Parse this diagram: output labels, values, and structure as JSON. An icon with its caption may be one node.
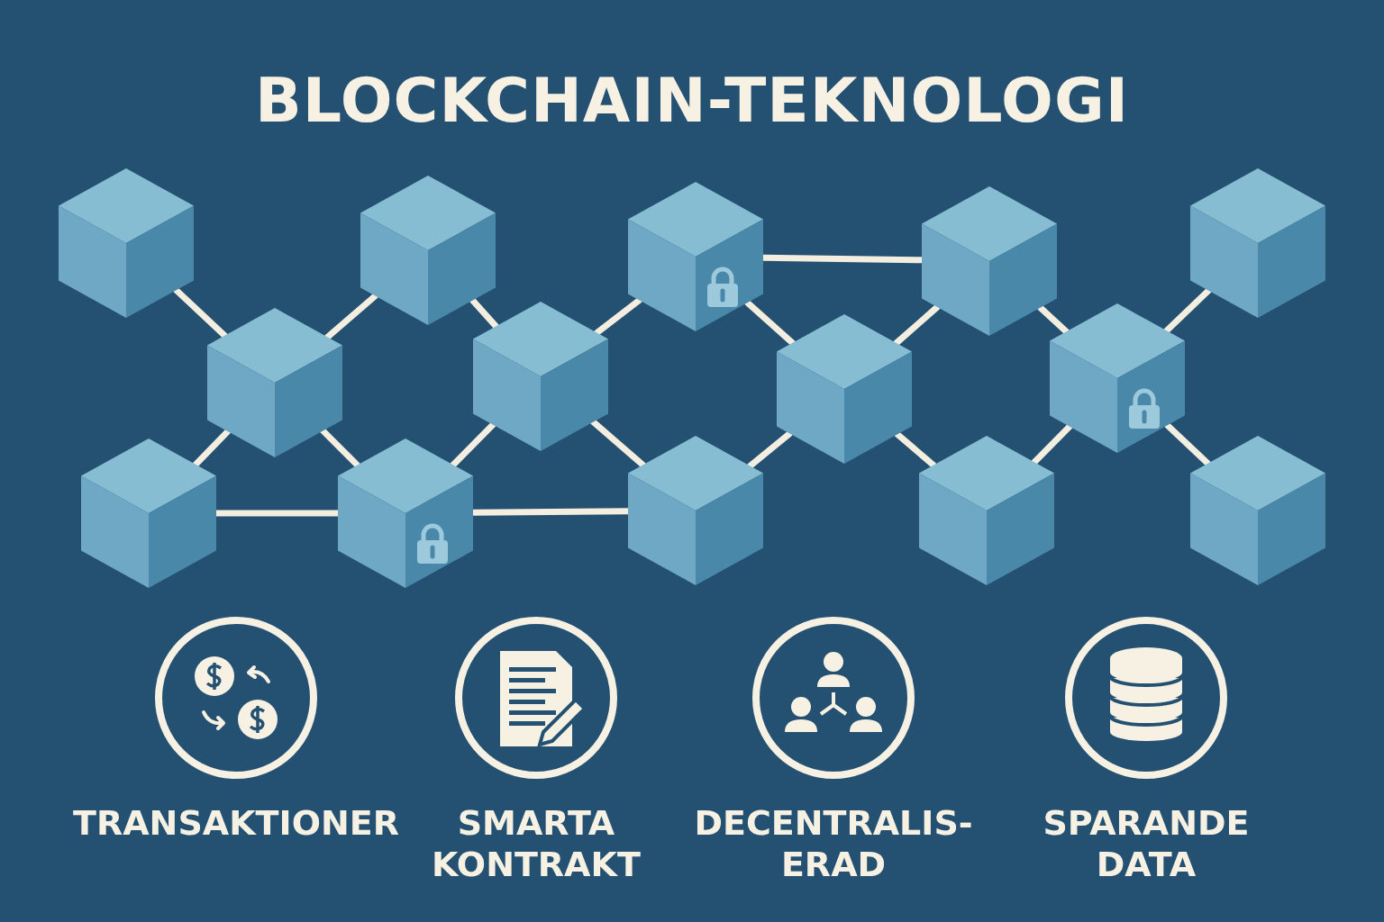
{
  "diagram": {
    "title": "BLOCKCHAIN-TEKNOLOGI",
    "nodes": [
      {
        "text": [],
        "shape": "cube"
      },
      {
        "text": [],
        "shape": "cube"
      },
      {
        "text": [],
        "shape": "cube"
      },
      {
        "text": [],
        "shape": "cube"
      },
      {
        "text": [],
        "shape": "cube"
      },
      {
        "text": [],
        "shape": "cube"
      },
      {
        "text": [],
        "shape": "cube"
      },
      {
        "text": [],
        "shape": "cube"
      },
      {
        "text": [],
        "shape": "cube"
      },
      {
        "text": [],
        "shape": "cube"
      },
      {
        "text": [],
        "shape": "cube"
      },
      {
        "text": [],
        "shape": "cube"
      },
      {
        "text": [],
        "shape": "cube"
      },
      {
        "text": [],
        "shape": "cube"
      },
      {
        "text": [
          "TRANSAKTIONER"
        ]
      },
      {
        "text": [
          "SMARTA KONTRAKT"
        ]
      },
      {
        "text": [
          "DECENTRALIS-ERAD"
        ]
      },
      {
        "text": [
          "SPARANDE DATA"
        ]
      }
    ],
    "edges": [
      {
        "from": 0,
        "to": 5,
        "arrow": "none"
      },
      {
        "from": 1,
        "to": 5,
        "arrow": "none"
      },
      {
        "from": 1,
        "to": 6,
        "arrow": "none"
      },
      {
        "from": 6,
        "to": 2,
        "arrow": "none"
      },
      {
        "from": 2,
        "to": 3,
        "arrow": "none"
      },
      {
        "from": 2,
        "to": 7,
        "arrow": "none"
      },
      {
        "from": 7,
        "to": 3,
        "arrow": "none"
      },
      {
        "from": 3,
        "to": 8,
        "arrow": "none"
      },
      {
        "from": 8,
        "to": 4,
        "arrow": "none"
      },
      {
        "from": 5,
        "to": 9,
        "arrow": "none"
      },
      {
        "from": 5,
        "to": 10,
        "arrow": "none"
      },
      {
        "from": 9,
        "to": 10,
        "arrow": "none"
      },
      {
        "from": 6,
        "to": 10,
        "arrow": "none"
      },
      {
        "from": 6,
        "to": 11,
        "arrow": "none"
      },
      {
        "from": 10,
        "to": 11,
        "arrow": "none"
      },
      {
        "from": 11,
        "to": 7,
        "arrow": "none"
      },
      {
        "from": 7,
        "to": 12,
        "arrow": "none"
      },
      {
        "from": 12,
        "to": 8,
        "arrow": "none"
      },
      {
        "from": 8,
        "to": 13,
        "arrow": "none"
      }
    ]
  }
}
